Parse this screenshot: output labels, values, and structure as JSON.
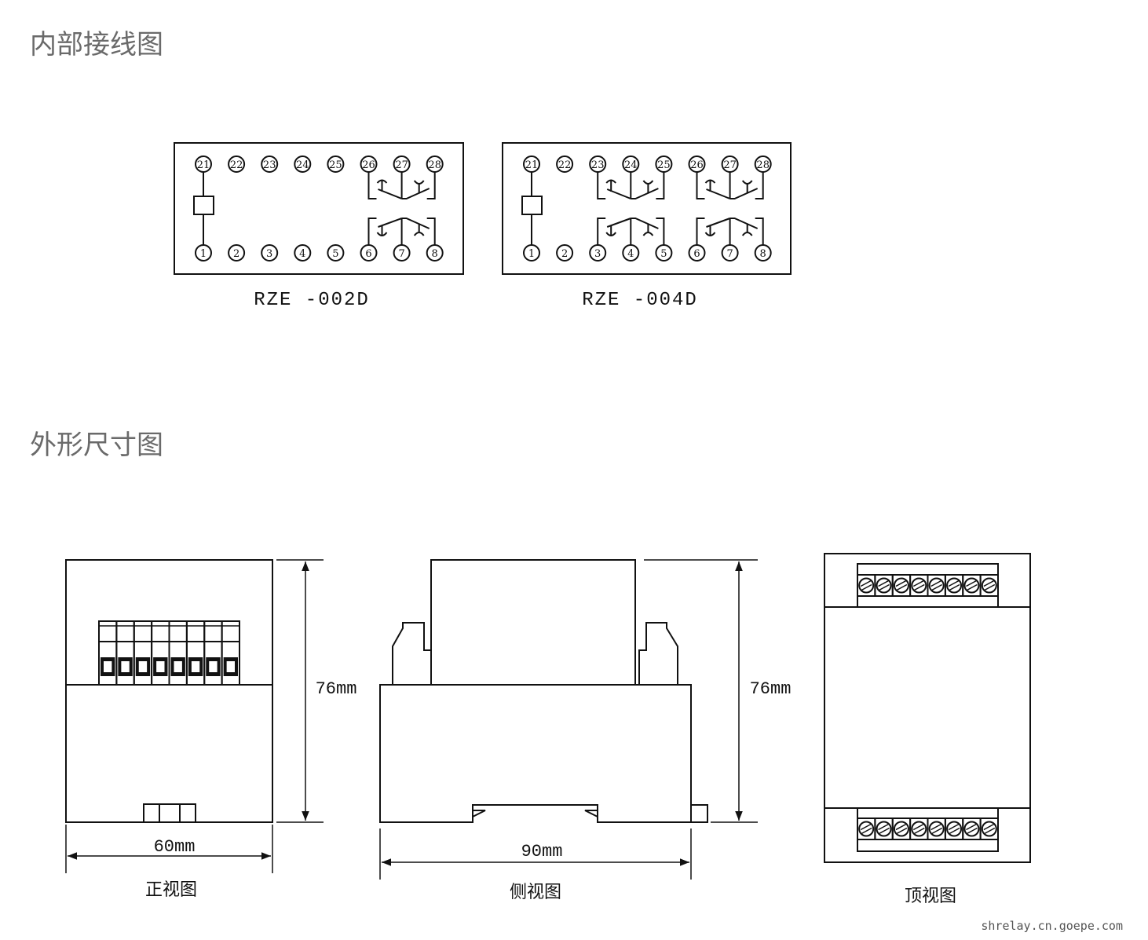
{
  "headings": {
    "wiring": "内部接线图",
    "dimensions": "外形尺寸图"
  },
  "wiring_diagrams": [
    {
      "model": "RZE -002D",
      "top_terminals": [
        "21",
        "22",
        "23",
        "24",
        "25",
        "26",
        "27",
        "28"
      ],
      "bottom_terminals": [
        "1",
        "2",
        "3",
        "4",
        "5",
        "6",
        "7",
        "8"
      ],
      "contact_groups": 1
    },
    {
      "model": "RZE -004D",
      "top_terminals": [
        "21",
        "22",
        "23",
        "24",
        "25",
        "26",
        "27",
        "28"
      ],
      "bottom_terminals": [
        "1",
        "2",
        "3",
        "4",
        "5",
        "6",
        "7",
        "8"
      ],
      "contact_groups": 2
    }
  ],
  "views": {
    "front": {
      "caption": "正视图",
      "height_dim": "76mm",
      "width_dim": "60mm"
    },
    "side": {
      "caption": "侧视图",
      "height_dim": "76mm",
      "width_dim": "90mm"
    },
    "top": {
      "caption": "顶视图"
    }
  },
  "watermark": "shrelay.cn.goepe.com"
}
